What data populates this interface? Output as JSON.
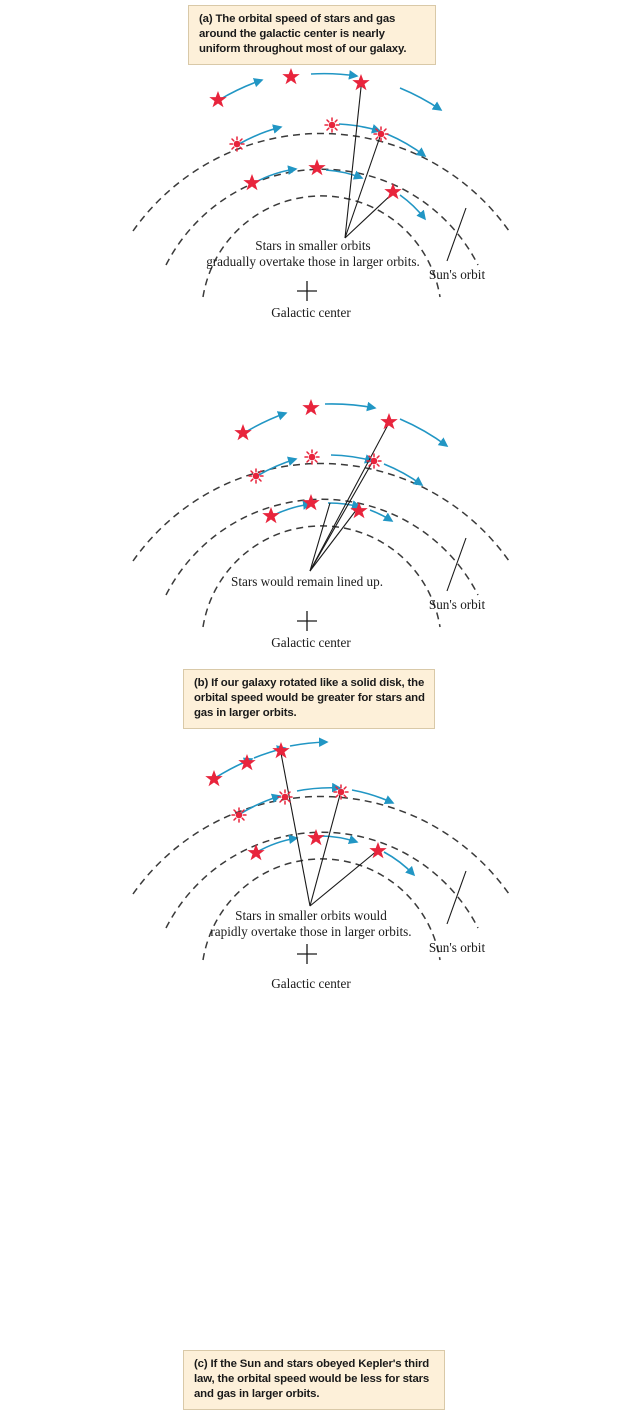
{
  "figure": {
    "title_implicit": "Galactic rotation comparison",
    "colors": {
      "star": "#e8243c",
      "sun": "#e8243c",
      "arrow": "#2196c4",
      "orbit_dash": "#3a3a3a",
      "caption_fill": "#fdf0d9",
      "caption_border": "#d9c9a8",
      "leader_line": "#1a1a1a",
      "background": "#ffffff"
    }
  },
  "panels": [
    {
      "id": "a",
      "caption": "(a) The orbital speed of stars and gas around the galactic center is nearly uniform throughout most of our galaxy.",
      "annotation_line1": "Stars in smaller orbits",
      "annotation_line2": "gradually overtake those in larger orbits.",
      "suns_orbit_label": "Sun's orbit",
      "galactic_center_label": "Galactic center",
      "center_marker": "plus-cross",
      "orbits": [
        {
          "name": "outer-orbit",
          "radius": 230,
          "markers": "star",
          "count": 3
        },
        {
          "name": "middle-orbit",
          "radius": 175,
          "markers": "sun",
          "count": 3
        },
        {
          "name": "inner-orbit",
          "radius": 120,
          "markers": "star",
          "count": 3
        }
      ],
      "radial_lines": 3,
      "description": "Stars on inner orbits have advanced ahead of those on outer orbits; radial lines fan out."
    },
    {
      "id": "b",
      "caption": "(b) If our galaxy rotated like a solid disk, the orbital speed would be greater for stars and gas in larger orbits.",
      "annotation_line1": "Stars would remain lined up.",
      "annotation_line2": "",
      "suns_orbit_label": "Sun's orbit",
      "galactic_center_label": "Galactic center",
      "center_marker": "plus-cross",
      "orbits": [
        {
          "name": "outer-orbit",
          "radius": 230,
          "markers": "star",
          "count": 3
        },
        {
          "name": "middle-orbit",
          "radius": 175,
          "markers": "sun",
          "count": 3
        },
        {
          "name": "inner-orbit",
          "radius": 120,
          "markers": "star",
          "count": 3
        }
      ],
      "radial_lines": 3,
      "description": "Stars remain aligned along the same radial lines on all three orbits."
    },
    {
      "id": "c",
      "caption": "(c) If the Sun and stars obeyed Kepler's third law, the orbital speed would be less for stars and gas in larger orbits.",
      "annotation_line1": "Stars in smaller orbits would",
      "annotation_line2": "rapidly overtake those in larger orbits.",
      "suns_orbit_label": "Sun's orbit",
      "galactic_center_label": "Galactic center",
      "center_marker": "plus-cross",
      "orbits": [
        {
          "name": "outer-orbit",
          "radius": 230,
          "markers": "star",
          "count": 3
        },
        {
          "name": "middle-orbit",
          "radius": 175,
          "markers": "sun",
          "count": 3
        },
        {
          "name": "inner-orbit",
          "radius": 120,
          "markers": "star",
          "count": 3
        }
      ],
      "radial_lines": 2,
      "description": "Inner-orbit stars have raced far ahead; outer stars bunch together behind."
    }
  ]
}
